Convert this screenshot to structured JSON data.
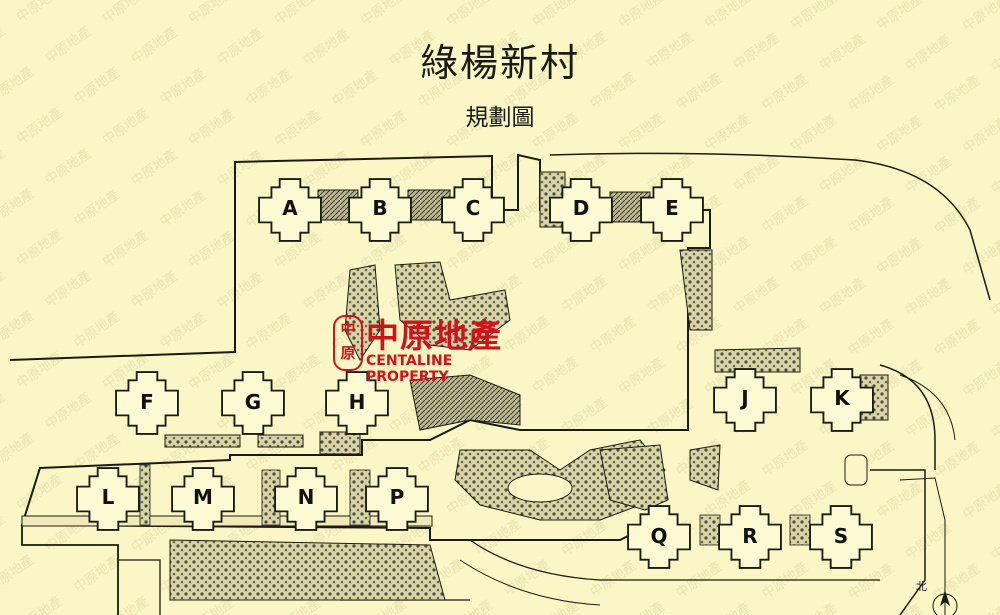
{
  "title": "綠楊新村",
  "subtitle": "規劃圖",
  "buildings": [
    "A",
    "B",
    "C",
    "D",
    "E",
    "F",
    "G",
    "H",
    "J",
    "K",
    "L",
    "M",
    "N",
    "P",
    "Q",
    "R",
    "S"
  ],
  "watermark": {
    "chinese": "中原地產",
    "english": "CENTALINE PROPERTY",
    "seal": "中原",
    "color": "#d2121a"
  },
  "north_marker": "北",
  "colors": {
    "paper": "#faf6c6",
    "ink": "#1b1a14",
    "vegetation": "#5a5a48"
  }
}
